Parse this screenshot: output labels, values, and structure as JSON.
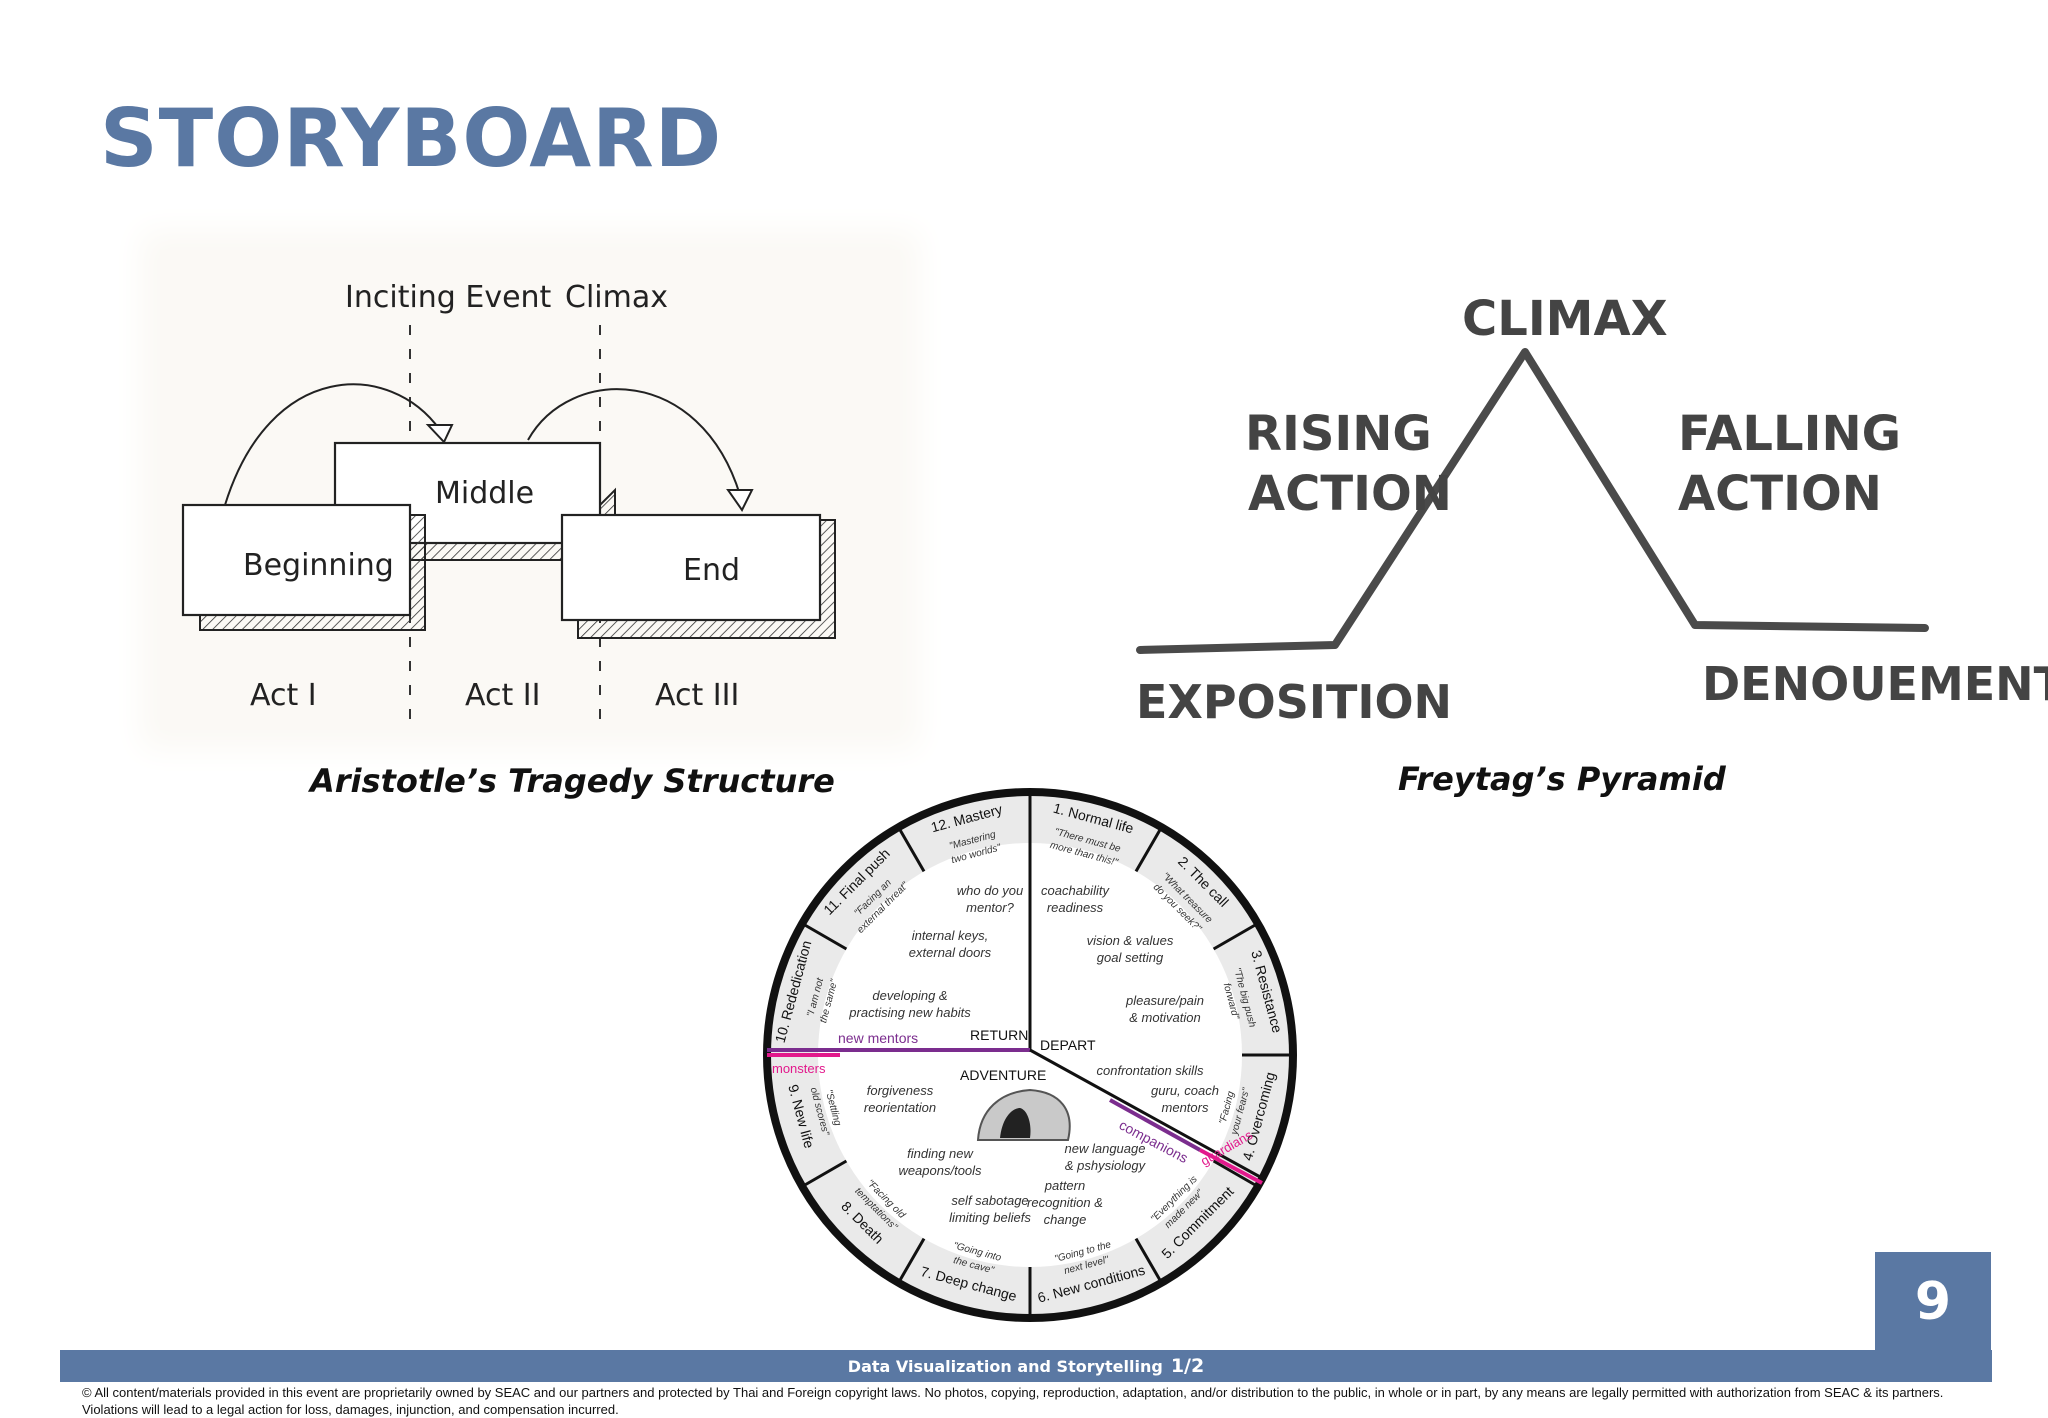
{
  "slide": {
    "title": "STORYBOARD",
    "page_number": "9",
    "footer": {
      "course": "Data Visualization and Storytelling",
      "part": "1/2"
    },
    "copyright": [
      "© All content/materials provided in this event are proprietarily owned by SEAC and our partners and protected by Thai and Foreign copyright laws. No photos, copying, reproduction, adaptation, and/or distribution to the public, in whole or in part, by any means are legally permitted with authorization from SEAC & its partners.",
      "Violations will lead to a legal action for loss, damages, injunction, and compensation incurred."
    ]
  },
  "aristotle": {
    "caption": "Aristotle’s Tragedy Structure",
    "labels": {
      "inciting": "Inciting Event",
      "climax": "Climax",
      "beginning": "Beginning",
      "middle": "Middle",
      "end": "End",
      "act1": "Act I",
      "act2": "Act II",
      "act3": "Act III"
    }
  },
  "freytag": {
    "caption": "Freytag’s Pyramid",
    "labels": {
      "climax": "CLIMAX",
      "rising1": "RISING",
      "rising2": "ACTION",
      "falling1": "FALLING",
      "falling2": "ACTION",
      "exposition": "EXPOSITION",
      "denouement": "DENOUEMENT"
    }
  },
  "wheel": {
    "center": {
      "return": "RETURN",
      "depart": "DEPART",
      "adventure": "ADVENTURE"
    },
    "colored": {
      "new_mentors": "new mentors",
      "monsters": "monsters",
      "companions": "companions",
      "guardians": "guardians"
    },
    "stages": [
      {
        "id": "s1",
        "label": "1. Normal life",
        "quote": [
          "\"There must be",
          "more than this!\""
        ]
      },
      {
        "id": "s2",
        "label": "2. The call",
        "quote": [
          "\"What treasure",
          "do you seek?\""
        ]
      },
      {
        "id": "s3",
        "label": "3. Resistance",
        "quote": [
          "\"The big push",
          "forward\""
        ]
      },
      {
        "id": "s4",
        "label": "4. Overcoming",
        "quote": [
          "\"Facing",
          "your fears\""
        ]
      },
      {
        "id": "s5",
        "label": "5. Commitment",
        "quote": [
          "\"Everything is",
          "made new\""
        ]
      },
      {
        "id": "s6",
        "label": "6. New conditions",
        "quote": [
          "\"Going to the",
          "next level\""
        ]
      },
      {
        "id": "s7",
        "label": "7. Deep change",
        "quote": [
          "\"Going into",
          "the cave\""
        ]
      },
      {
        "id": "s8",
        "label": "8. Death",
        "quote": [
          "\"Facing old",
          "temptations\""
        ]
      },
      {
        "id": "s9",
        "label": "9. New life",
        "quote": [
          "\"Settling",
          "old scores\""
        ]
      },
      {
        "id": "s10",
        "label": "10. Rededication",
        "quote": [
          "\"I am not",
          "the same\""
        ]
      },
      {
        "id": "s11",
        "label": "11. Final push",
        "quote": [
          "\"Facing an",
          "external threat\""
        ]
      },
      {
        "id": "s12",
        "label": "12. Mastery",
        "quote": [
          "\"Mastering",
          "two worlds\""
        ]
      }
    ],
    "inner": [
      {
        "id": "who",
        "lines": [
          "who do you",
          "mentor?"
        ]
      },
      {
        "id": "keys",
        "lines": [
          "internal keys,",
          "external doors"
        ]
      },
      {
        "id": "habits",
        "lines": [
          "developing &",
          "practising new habits"
        ]
      },
      {
        "id": "coach",
        "lines": [
          "coachability",
          "readiness"
        ]
      },
      {
        "id": "vision",
        "lines": [
          "vision & values",
          "goal setting"
        ]
      },
      {
        "id": "pleasure",
        "lines": [
          "pleasure/pain",
          "& motivation"
        ]
      },
      {
        "id": "confront",
        "lines": [
          "confrontation skills"
        ]
      },
      {
        "id": "guru",
        "lines": [
          "guru, coach",
          "mentors"
        ]
      },
      {
        "id": "forgive",
        "lines": [
          "forgiveness",
          "reorientation"
        ]
      },
      {
        "id": "weapons",
        "lines": [
          "finding new",
          "weapons/tools"
        ]
      },
      {
        "id": "language",
        "lines": [
          "new language",
          "& pshysiology"
        ]
      },
      {
        "id": "sabotage",
        "lines": [
          "self sabotage",
          "limiting beliefs"
        ]
      },
      {
        "id": "pattern",
        "lines": [
          "pattern",
          "recognition &",
          "change"
        ]
      }
    ]
  }
}
